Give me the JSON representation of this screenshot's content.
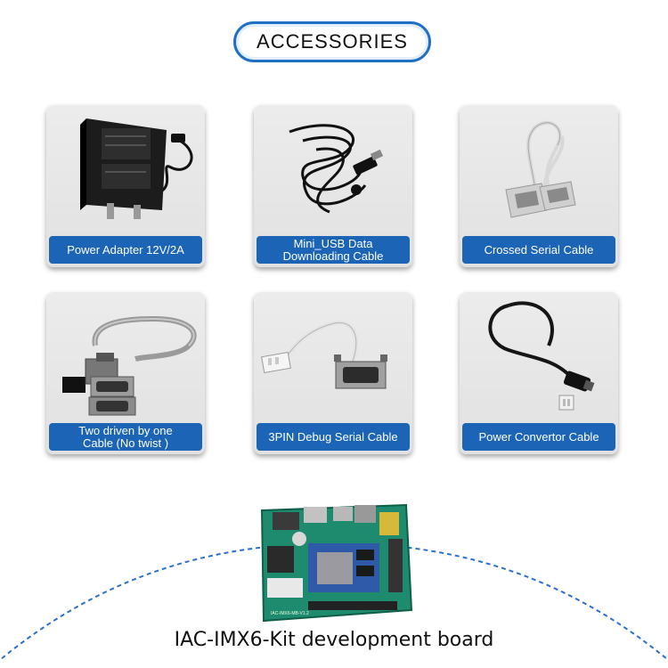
{
  "header": {
    "title": "ACCESSORIES"
  },
  "items": [
    {
      "label": "Power Adapter 12V/2A",
      "icon": "power-adapter"
    },
    {
      "label": "Mini_USB Data\nDownloading Cable",
      "icon": "usb-cable"
    },
    {
      "label": "Crossed Serial Cable",
      "icon": "serial-cable"
    },
    {
      "label": "Two driven by one\nCable (No twist )",
      "icon": "dual-serial-cable"
    },
    {
      "label": "3PIN Debug Serial Cable",
      "icon": "debug-cable"
    },
    {
      "label": "Power Convertor Cable",
      "icon": "dc-cable"
    }
  ],
  "product": {
    "caption": "IAC-IMX6-Kit development board",
    "board_silkscreen": "IAC-IMX6-MB-V1.2"
  },
  "colors": {
    "accent": "#1b64b6",
    "arc": "#2a6fcf"
  }
}
